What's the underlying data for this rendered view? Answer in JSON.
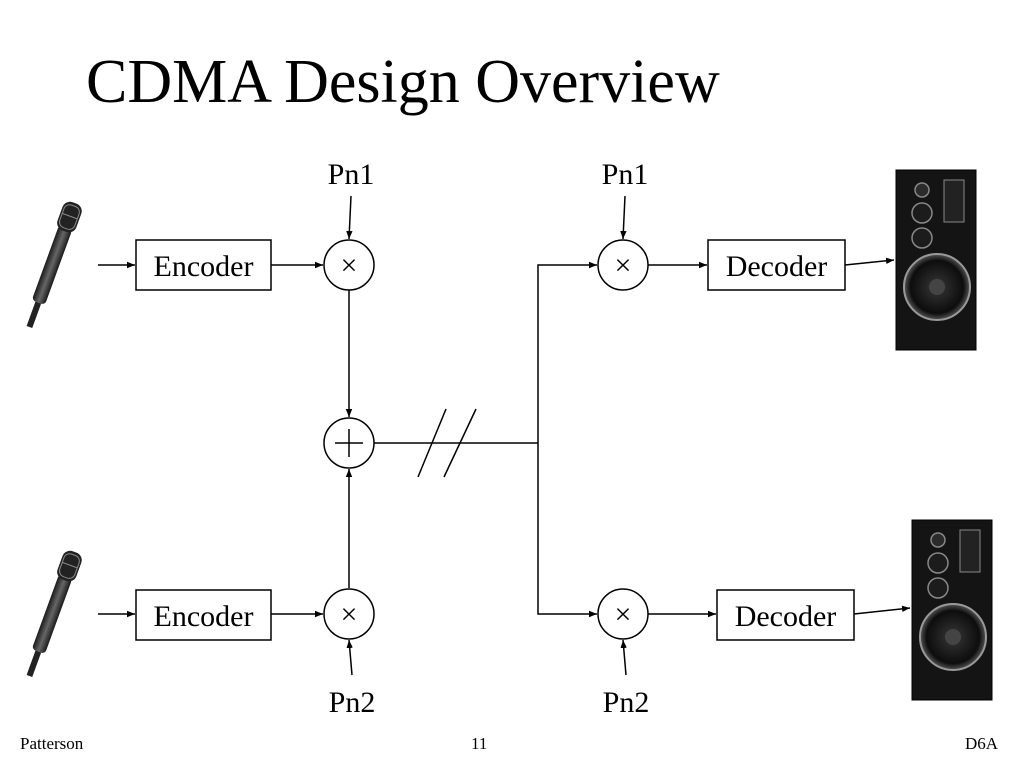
{
  "slide": {
    "title": "CDMA Design Overview"
  },
  "diagram": {
    "encoder_top_label": "Encoder",
    "encoder_bottom_label": "Encoder",
    "decoder_top_label": "Decoder",
    "decoder_bottom_label": "Decoder",
    "pn_tx_top": "Pn1",
    "pn_tx_bottom": "Pn2",
    "pn_rx_top": "Pn1",
    "pn_rx_bottom": "Pn2",
    "multiply_symbol": "×",
    "sum_symbol": "+"
  },
  "footer": {
    "left": "Patterson",
    "center": "11",
    "right": "D6A"
  }
}
